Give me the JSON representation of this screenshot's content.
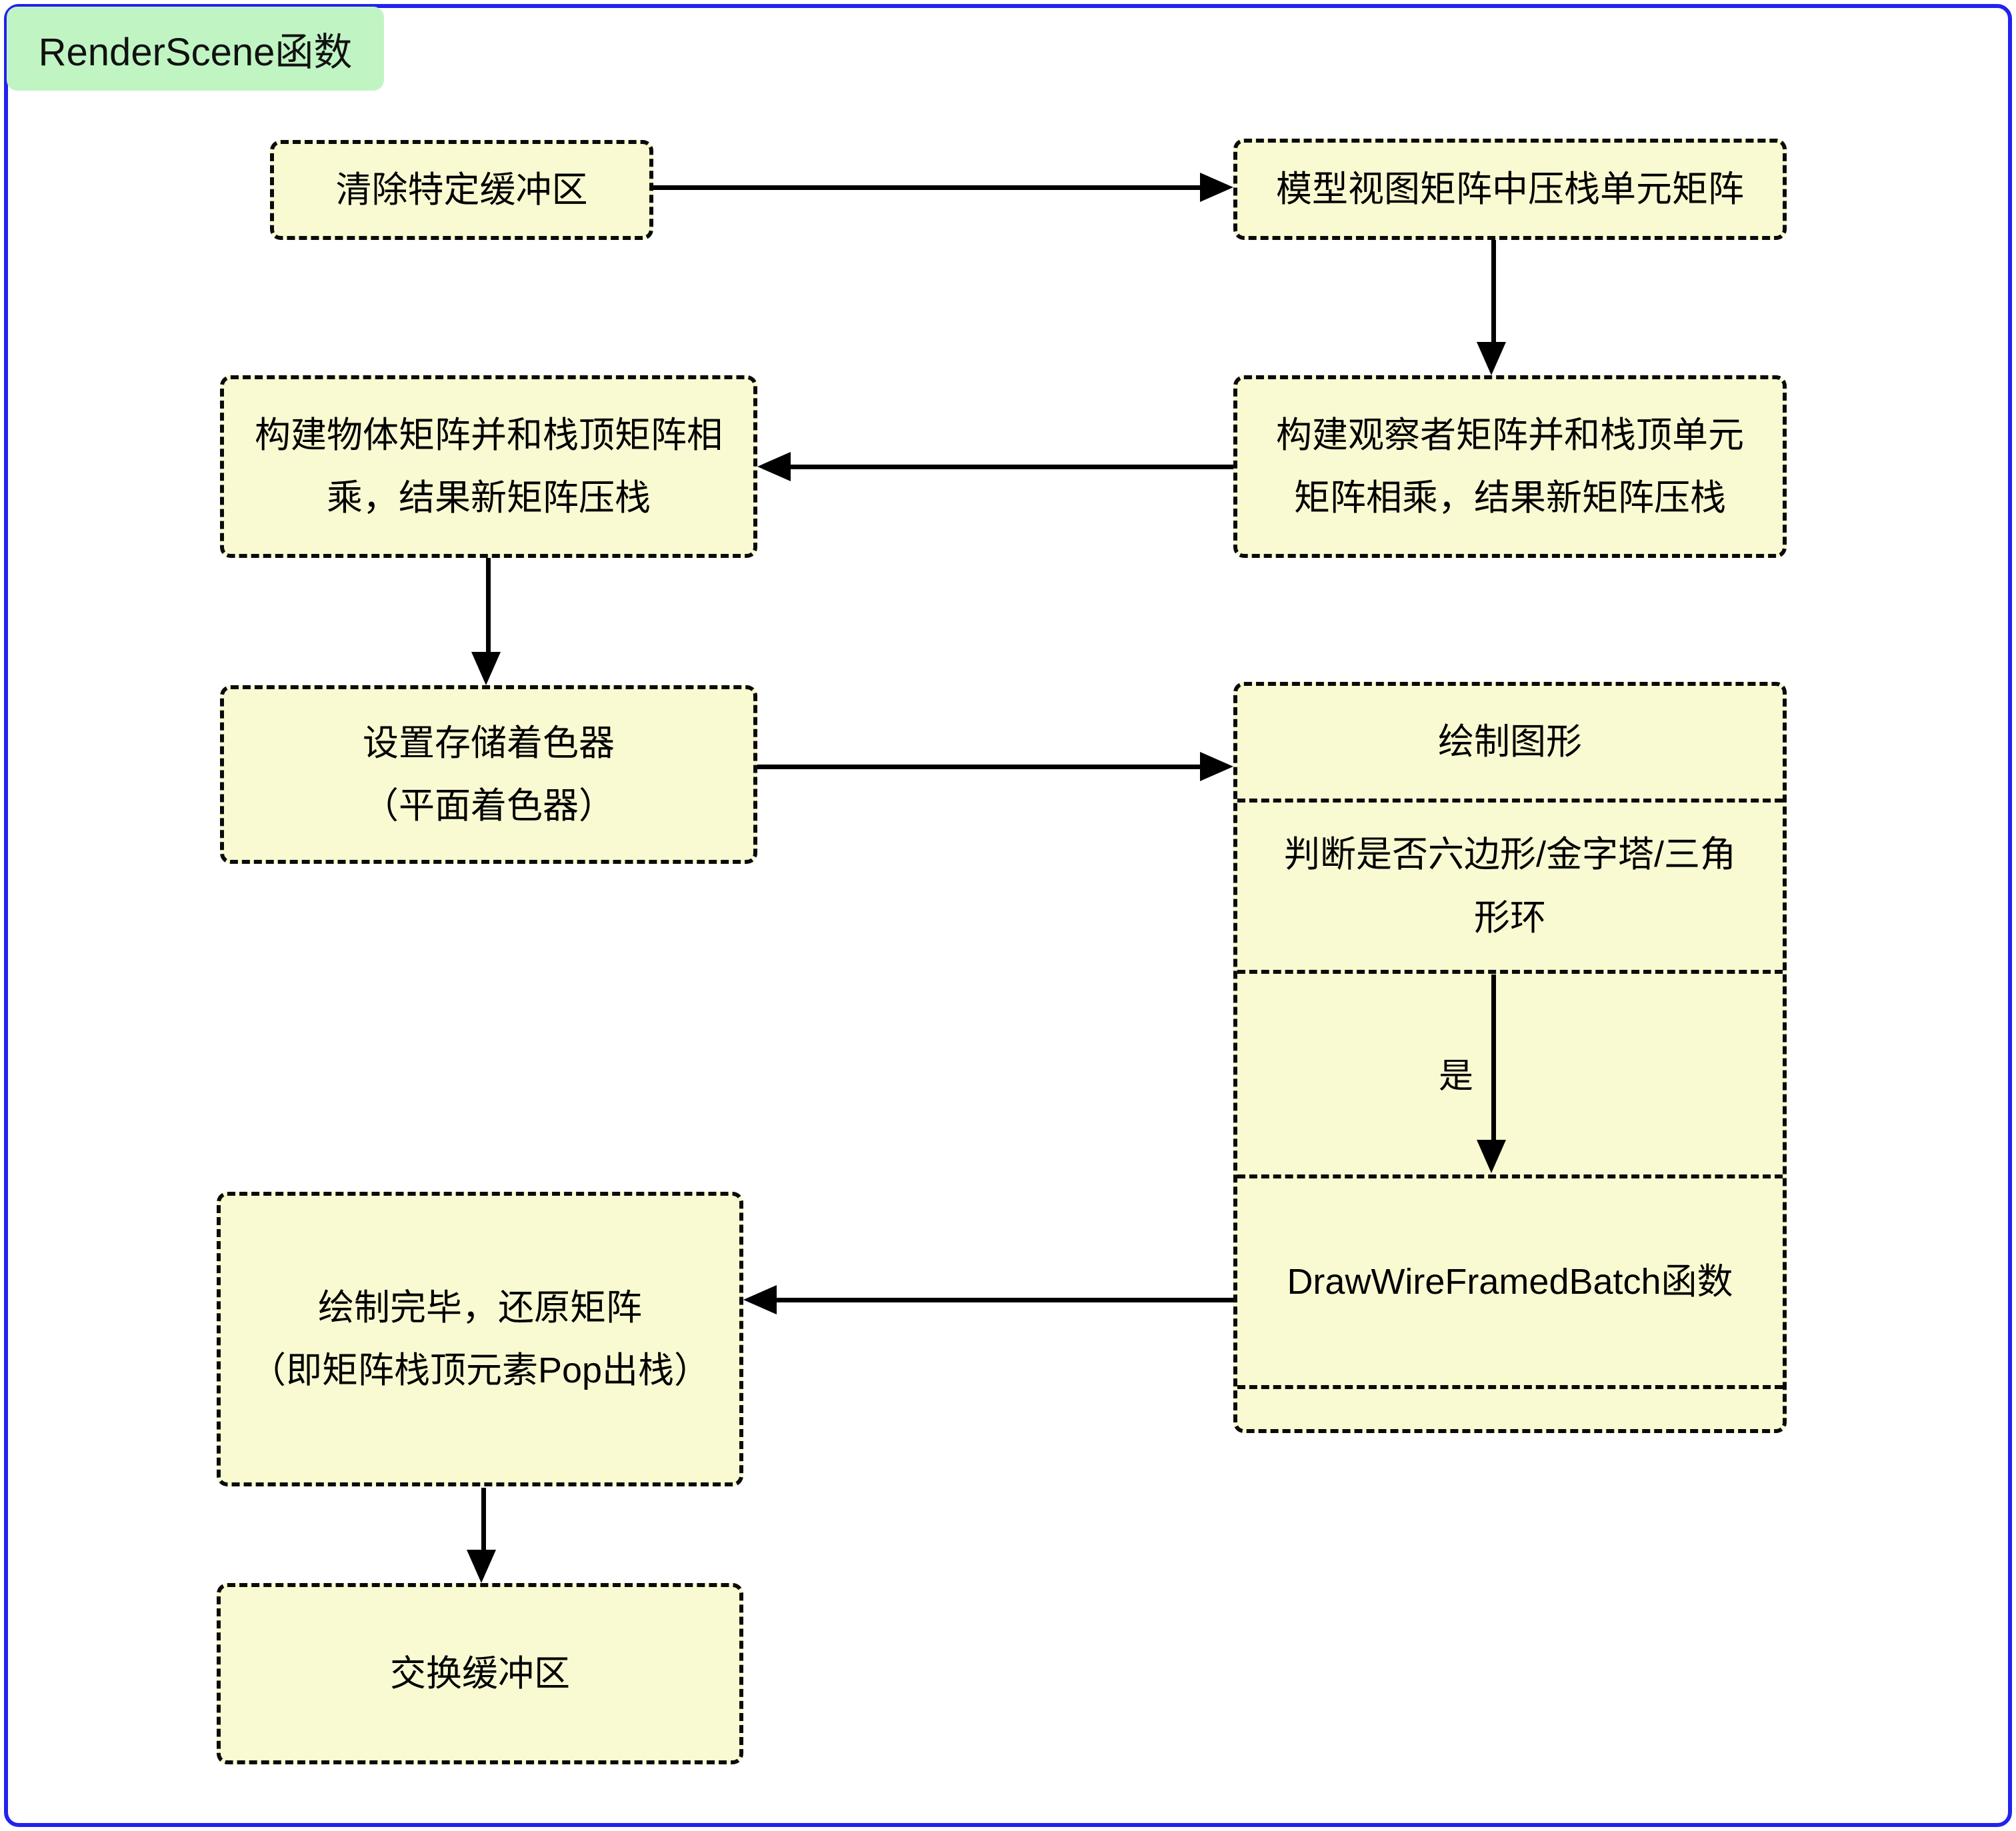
{
  "diagram": {
    "title": "RenderScene函数",
    "colors": {
      "node_fill": "#FAFAD2",
      "title_fill": "#C0F5C3",
      "frame_border": "#2222EE",
      "line": "#000000"
    },
    "nodes": {
      "clear_buffer": {
        "label": "清除特定缓冲区"
      },
      "push_unit_matrix": {
        "label": "模型视图矩阵中压栈单元矩阵"
      },
      "observer_matrix": {
        "label": "构建观察者矩阵并和栈顶单元\n矩阵相乘，结果新矩阵压栈"
      },
      "object_matrix": {
        "label": "构建物体矩阵并和栈顶矩阵相\n乘，结果新矩阵压栈"
      },
      "set_shader": {
        "label": "设置存储着色器\n（平面着色器）"
      },
      "draw_group": {
        "header": "绘制图形",
        "condition": "判断是否六边形/金字塔/三角\n形环",
        "branch_label": "是",
        "call": "DrawWireFramedBatch函数"
      },
      "restore_matrix": {
        "label": "绘制完毕，还原矩阵\n（即矩阵栈顶元素Pop出栈）"
      },
      "swap_buffer": {
        "label": "交换缓冲区"
      }
    },
    "edges": [
      {
        "from": "clear_buffer",
        "to": "push_unit_matrix",
        "label": ""
      },
      {
        "from": "push_unit_matrix",
        "to": "observer_matrix",
        "label": ""
      },
      {
        "from": "observer_matrix",
        "to": "object_matrix",
        "label": ""
      },
      {
        "from": "object_matrix",
        "to": "set_shader",
        "label": ""
      },
      {
        "from": "set_shader",
        "to": "draw_group",
        "label": ""
      },
      {
        "from": "draw_group.condition",
        "to": "draw_group.call",
        "label": "是"
      },
      {
        "from": "draw_group",
        "to": "restore_matrix",
        "label": ""
      },
      {
        "from": "restore_matrix",
        "to": "swap_buffer",
        "label": ""
      }
    ]
  }
}
